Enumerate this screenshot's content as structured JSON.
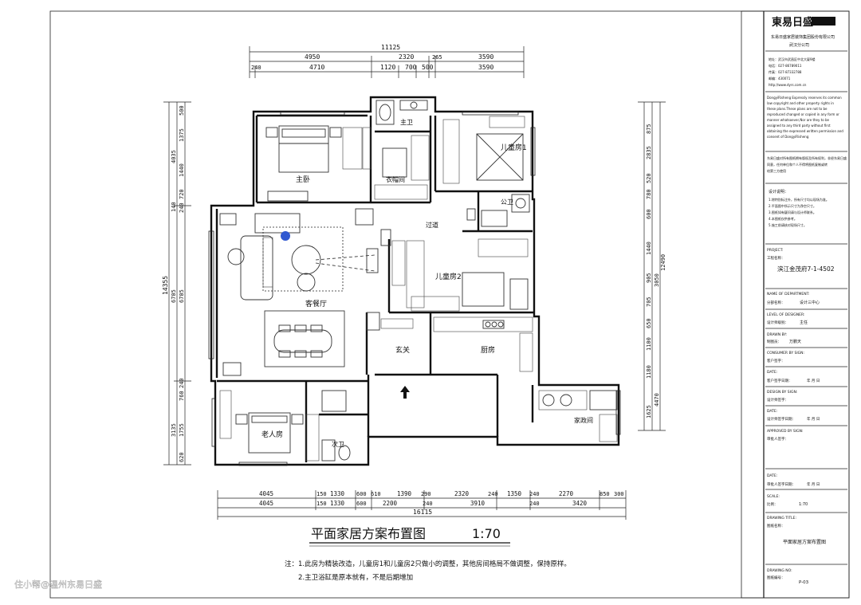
{
  "company": {
    "brand": "東易日盛",
    "name_cn": "东易日盛家居装饰集团股份有限公司",
    "branch": "武汉分公司",
    "address": "地址：武汉市武昌区中北大厦9楼",
    "tel": "电话：027-86789011",
    "fax": "传真：027-87332788",
    "zip": "邮编：430071",
    "web": "http://www.dyrs.com.cn"
  },
  "copyright_en": [
    "DongyiRisheng Expressly reserves its common",
    "law copyright and other property rights in",
    "these plans.These plans are not to be",
    "reproduced changed or copied in any form or",
    "manner whatsoever,Nor are they to be",
    "assigned to any third party without first",
    "obtaining the expressed written permission and",
    "consent of DongyiRisheng"
  ],
  "copyright_cn": [
    "东易日盛对所有图纸拥有版权及所有权利，非经东易日盛",
    "同意，任何单位和个人不得将图纸复制或转",
    "给第三方使用"
  ],
  "notes_title": "设计说明：",
  "notes": [
    "1.除特别标注外，所有尺寸均以现场为准。",
    "2.平面图中所示尺寸为净空尺寸。",
    "3.图纸如有疑问请与设计师联系。",
    "4.本图纸仅供参考。",
    "5.施工前请核对现场尺寸。"
  ],
  "tb": {
    "project_label": "PROJECT:",
    "project_label_cn": "工程名称：",
    "project_value": "滨江金茂府7-1-4502",
    "dept_label": "NAME OF DEPARTMENT:",
    "dept_label_cn": "分部名称：",
    "dept_value": "设计三中心",
    "level_label": "LEVEL OF DESIGNER:",
    "level_label_cn": "设计师级别：",
    "level_value": "主任",
    "drawn_label": "DRAWN BY:",
    "drawn_label_cn": "制图员：",
    "drawn_value": "万鹏天",
    "consumer_label": "CONSUMER BY SIGN:",
    "consumer_label_cn": "客户签字：",
    "date_label": "DATE:",
    "date_label_cn": "客户签字日期：",
    "date_unit": "年    月    日",
    "design_sign_label": "DESIGN BY SIGN:",
    "design_sign_label_cn": "设计师签字：",
    "date2_label": "DATE:",
    "date2_label_cn": "设计师签字日期：",
    "approved_label": "APPROVED BY SIGN:",
    "approved_label_cn": "审批人签字：",
    "date3_label": "DATE:",
    "date3_label_cn": "审批人签字日期：",
    "scale_label": "SCALE:",
    "scale_label_cn": "比例：",
    "scale_value": "1:70",
    "title_label": "DRAWING TITLE:",
    "title_label_cn": "图纸名称：",
    "title_value": "平面家居方案布置图",
    "no_label": "DRAWING NO:",
    "no_label_cn": "图纸编号：",
    "no_value": "P-03"
  },
  "plan": {
    "title": "平面家居方案布置图",
    "scale": "1:70",
    "note1": "注：1.此房为精装改造，儿童房1和儿童房2只做小的调整，其他房间格局不做调整，保持原样。",
    "note2": "2.主卫浴缸是原本就有，不是后期增加",
    "rooms": {
      "master": "主卧",
      "closet": "衣帽间",
      "mbath": "主卫",
      "kid1": "儿童房1",
      "hall": "过道",
      "bath2": "公卫",
      "living": "客餐厅",
      "kid2": "儿童房2",
      "entry": "玄关",
      "kitchen": "厨房",
      "elder": "老人房",
      "bath3": "次卫",
      "utility": "家政间"
    },
    "top_dims": {
      "total": "11125",
      "row1": [
        "4950",
        "2320",
        "265",
        "3590"
      ],
      "row2": [
        "240",
        "4710",
        "1120",
        "700",
        "500",
        "3590"
      ]
    },
    "bottom_dims": {
      "row1": [
        "4045",
        "150",
        "1330",
        "600",
        "610",
        "1390",
        "290",
        "2320",
        "240",
        "1350",
        "240",
        "2270",
        "850",
        "300"
      ],
      "row2": [
        "4045",
        "150",
        "1330",
        "600",
        "2200",
        "240",
        "3910",
        "240",
        "3420"
      ],
      "total": "16115"
    },
    "left_dims": {
      "row1": [
        "500",
        "1375",
        "1440",
        "720",
        "240",
        "6705",
        "240",
        "760",
        "1755",
        "620"
      ],
      "row2": [
        "4035",
        "140",
        "6705",
        "3135"
      ],
      "total": "14355"
    },
    "right_dims": {
      "row1": [
        "875",
        "2835",
        "520",
        "780",
        "600",
        "1440",
        "905",
        "705",
        "650",
        "1100",
        "1180",
        "1625"
      ],
      "row2": [
        "3050",
        "12490",
        "4470"
      ]
    }
  },
  "watermark": "住小帮@温州东易日盛"
}
